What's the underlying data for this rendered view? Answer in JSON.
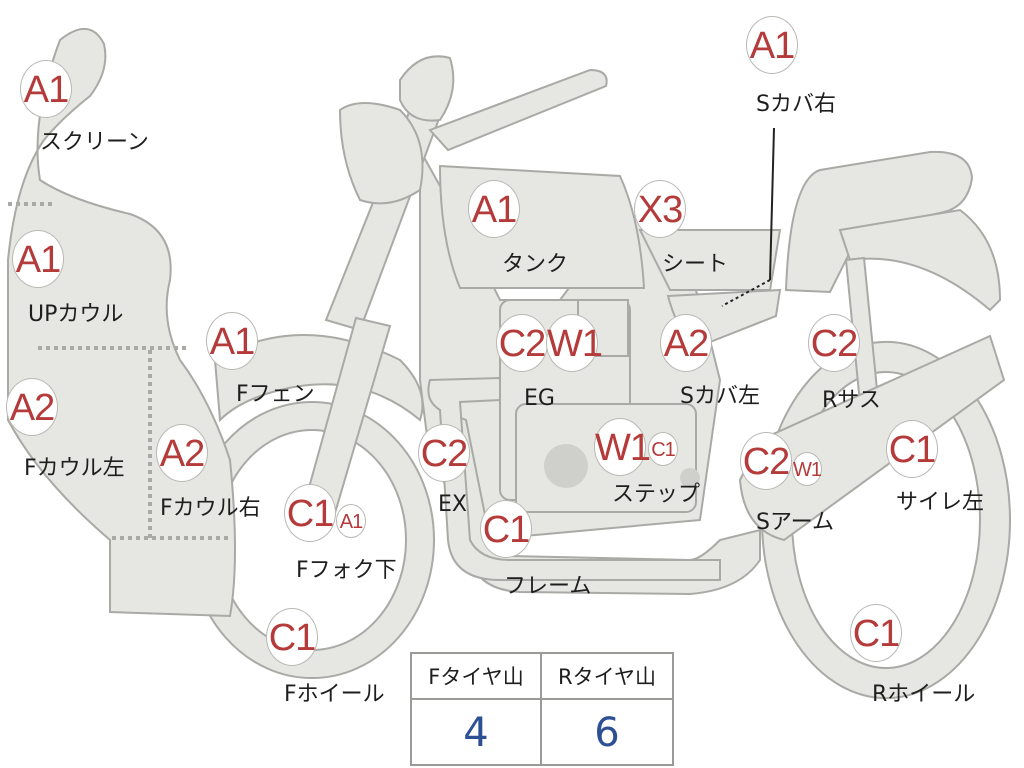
{
  "parts": [
    {
      "id": "screen",
      "grade": "A1",
      "label": "スクリーン"
    },
    {
      "id": "up-cowl",
      "grade": "A1",
      "label": "UPカウル"
    },
    {
      "id": "f-cowl-left",
      "grade": "A2",
      "label": "Fカウル左"
    },
    {
      "id": "f-cowl-right",
      "grade": "A2",
      "label": "Fカウル右"
    },
    {
      "id": "f-fender",
      "grade": "A1",
      "label": "Fフェン"
    },
    {
      "id": "f-fork-lower",
      "grade": "C1",
      "grade2": "A1",
      "label": "Fフォク下"
    },
    {
      "id": "f-wheel",
      "grade": "C1",
      "label": "Fホイール"
    },
    {
      "id": "exhaust",
      "grade": "C2",
      "label": "EX"
    },
    {
      "id": "tank",
      "grade": "A1",
      "label": "タンク"
    },
    {
      "id": "engine",
      "grade": "C2",
      "grade2": "W1",
      "label": "EG"
    },
    {
      "id": "frame",
      "grade": "C1",
      "label": "フレーム"
    },
    {
      "id": "step",
      "grade": "W1",
      "grade2": "C1",
      "label": "ステップ"
    },
    {
      "id": "seat",
      "grade": "X3",
      "label": "シート"
    },
    {
      "id": "side-cover-right",
      "grade": "A1",
      "label": "Sカバ右"
    },
    {
      "id": "side-cover-left",
      "grade": "A2",
      "label": "Sカバ左"
    },
    {
      "id": "rear-suspension",
      "grade": "C2",
      "label": "Rサス"
    },
    {
      "id": "swing-arm",
      "grade": "C2",
      "grade2": "W1",
      "label": "Sアーム"
    },
    {
      "id": "silencer-left",
      "grade": "C1",
      "label": "サイレ左"
    },
    {
      "id": "r-wheel",
      "grade": "C1",
      "label": "Rホイール"
    }
  ],
  "tire_table": {
    "headers": [
      "Fタイヤ山",
      "Rタイヤ山"
    ],
    "values": [
      "4",
      "6"
    ]
  },
  "colors": {
    "grade_text": "#b53a3a",
    "tire_value": "#2d4f93",
    "body_fill": "#e6e6e3",
    "outline": "#a9a9a6"
  }
}
